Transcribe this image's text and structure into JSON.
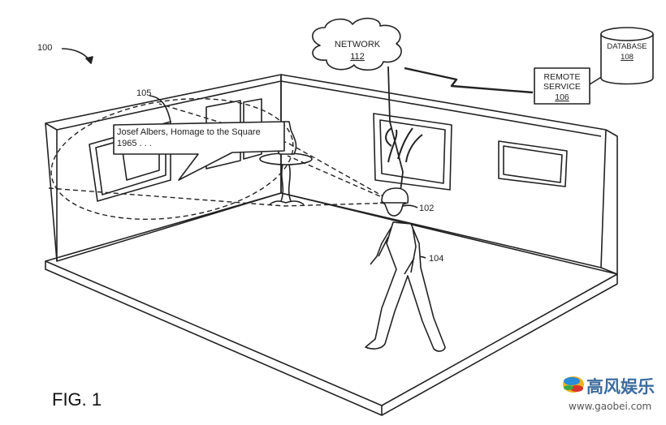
{
  "figure": {
    "ref_system": "100",
    "ref_region": "105",
    "ref_device": "102",
    "ref_user": "104",
    "caption": "FIG. 1"
  },
  "network": {
    "label": "NETWORK",
    "ref": "112"
  },
  "remote_service": {
    "line1": "REMOTE",
    "line2": "SERVICE",
    "ref": "106"
  },
  "database": {
    "label": "DATABASE",
    "ref": "108"
  },
  "callout": {
    "line1": "Josef Albers, Homage to the Square",
    "line2": "1965 . . ."
  },
  "watermark": {
    "brand": "高风娱乐",
    "url": "www.gaobei.com"
  }
}
